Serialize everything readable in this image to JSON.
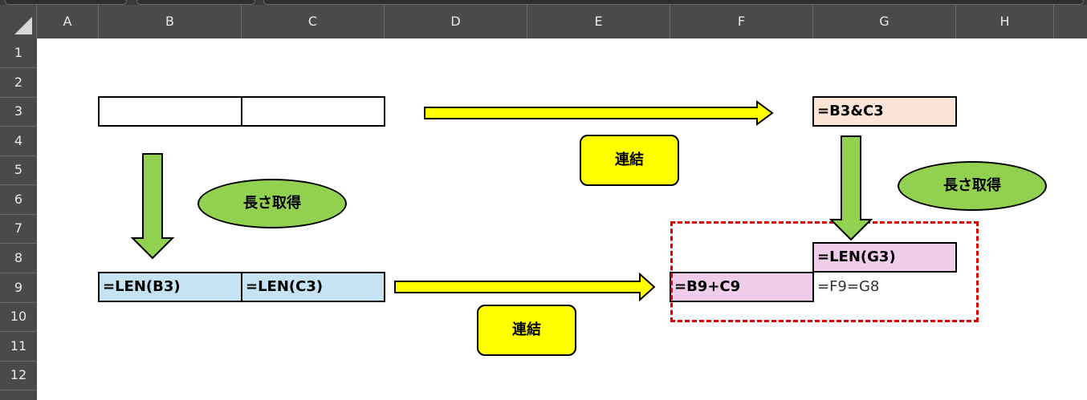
{
  "columns": [
    "A",
    "B",
    "C",
    "D",
    "E",
    "F",
    "G",
    "H"
  ],
  "rows": [
    "1",
    "2",
    "3",
    "4",
    "5",
    "6",
    "7",
    "8",
    "9",
    "10",
    "11",
    "12"
  ],
  "cells": {
    "B3": "",
    "C3": "",
    "G3": "=B3&C3",
    "B9": "=LEN(B3)",
    "C9": "=LEN(C3)",
    "F9": "=B9+C9",
    "G8": "=LEN(G3)",
    "G9": "=F9=G8"
  },
  "labels": {
    "concat_top": "連結",
    "concat_bottom": "連結",
    "length_left": "長さ取得",
    "length_right": "長さ取得"
  },
  "colors": {
    "header_bg": "#4a4a4a",
    "arrow_green": "#92d050",
    "arrow_yellow": "#ffff00",
    "cell_blue": "#c5e3f3",
    "cell_peach": "#fce4d6",
    "cell_pink": "#f0cdea",
    "dashed_red": "#e00000"
  }
}
